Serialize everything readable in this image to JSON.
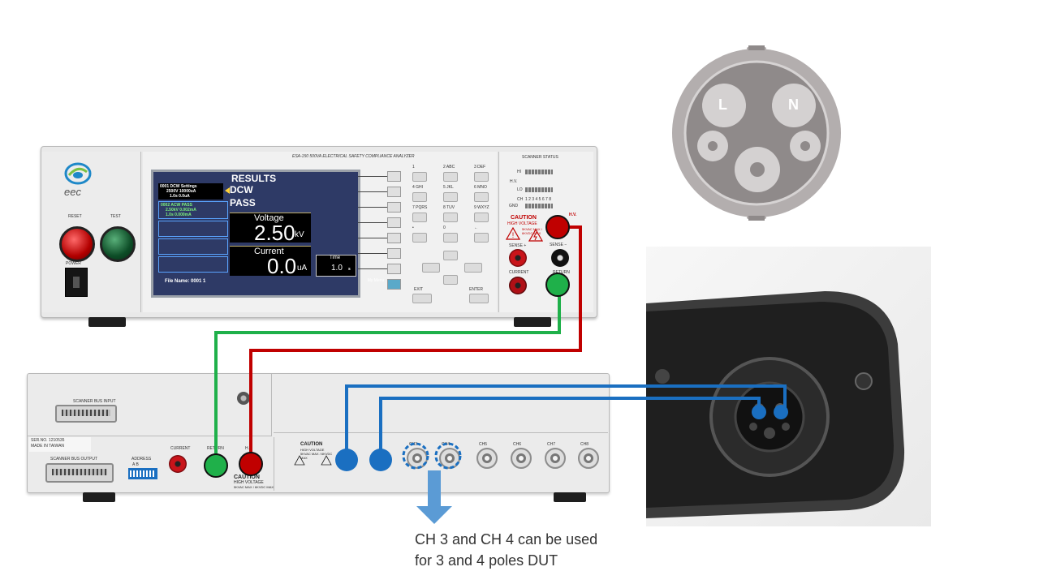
{
  "analyzer": {
    "brand": "eec",
    "title": "ESA-150  500VA ELECTRICAL SAFETY COMPLIANCE ANALYZER",
    "reset_label": "RESET",
    "test_label": "TEST",
    "power_label": "POWER",
    "screen": {
      "header": "RESULTS",
      "step1_title": "0001 DCW  Settings",
      "step1_line1": "2500V   10000uA",
      "step1_line2": "1.0s     0.0uA",
      "step2_title": "0002 ACW     PASS",
      "step2_line1": "2.50kV  0.002mA",
      "step2_line2": "1.0s     0.000mA",
      "mode": "DCW",
      "status": "PASS",
      "voltage_label": "Voltage",
      "voltage_value": "2.50",
      "voltage_unit": "kV",
      "current_label": "Current",
      "current_value": "0.0",
      "current_unit": "uA",
      "time_label": "Time",
      "time_value": "1.0",
      "time_unit": "s",
      "file_name": "File Name:  0001  1",
      "my_menu": "My Menu"
    },
    "keypad": {
      "keys": [
        "1",
        "2 ABC",
        "3 DEF",
        "4 GHI",
        "5 JKL",
        "6 MNO",
        "7 PQRS",
        "8 TUV",
        "9 WXYZ",
        "•",
        "0",
        "←"
      ],
      "exit_label": "EXIT",
      "enter_label": "ENTER"
    },
    "scanner_status": {
      "title": "SCANNER STATUS",
      "hv_label": "H.V.",
      "hi_label": "HI",
      "lo_label": "LO",
      "ch_label": "CH",
      "ch_numbers": "1 2 3 4 5 6 7 8",
      "gnd_label": "GND"
    },
    "caution_title": "CAUTION",
    "caution_text": "HIGH VOLTAGE",
    "caution_sub": "5KVAC MAX / 6KVDC MAX",
    "hv_label": "H.V.",
    "sense_plus_label": "SENSE +",
    "sense_minus_label": "SENSE −",
    "current_label": "CURRENT",
    "return_label": "RETURN"
  },
  "scanner": {
    "bus_input_label": "SCANNER BUS INPUT",
    "bus_output_label": "SCANNER BUS OUTPUT",
    "serial_label": "SER.NO. 1210535",
    "made_in": "MADE IN TAIWAN",
    "address_label": "ADDRESS",
    "address_ab": "A     B",
    "current_label": "CURRENT",
    "return_label": "RETURN",
    "hv_label": "H.V.",
    "caution_title": "CAUTION",
    "caution_text": "HIGH VOLTAGE",
    "caution_sub": "5KVAC MAX / 6KVDC MAX",
    "channels": [
      "CH3",
      "CH4",
      "CH5",
      "CH6",
      "CH7",
      "CH8"
    ]
  },
  "connector": {
    "pin_l": "L",
    "pin_n": "N"
  },
  "caption": {
    "line1": "CH 3 and CH 4 can be used",
    "line2": "for 3 and 4 poles DUT"
  },
  "colors": {
    "red_wire": "#c00000",
    "green_wire": "#1fb04a",
    "blue_wire": "#1a6fc1",
    "arrow": "#5b9bd5",
    "connector_outer": "#b3aeae",
    "connector_inner": "#8f8a8a"
  }
}
